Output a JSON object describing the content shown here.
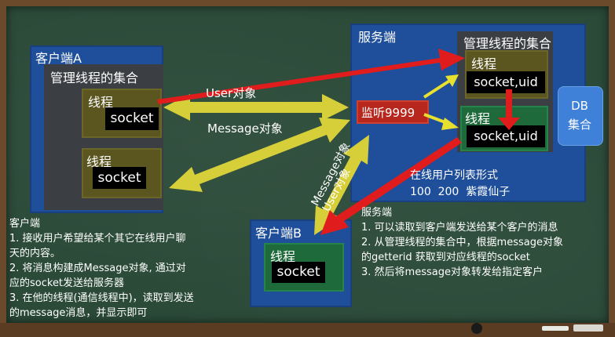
{
  "client_a": {
    "title": "客户端A",
    "collection": "管理线程的集合",
    "thread1": {
      "label": "线程",
      "socket": "socket"
    },
    "thread2": {
      "label": "线程",
      "socket": "socket"
    }
  },
  "server": {
    "title": "服务端",
    "collection": "管理线程的集合",
    "thread1": {
      "label": "线程",
      "socket": "socket,uid"
    },
    "thread2": {
      "label": "线程",
      "socket": "socket,uid"
    },
    "listen": "监听9999",
    "db": [
      "DB",
      "集合"
    ]
  },
  "client_b": {
    "title": "客户端B",
    "thread": {
      "label": "线程",
      "socket": "socket"
    }
  },
  "arrows": {
    "user_obj": "User对象",
    "message_obj": "Message对象",
    "message_obj_diag": "Message对象",
    "user_obj_diag": "User对象"
  },
  "online_list": {
    "title": "在线用户列表形式",
    "example": "100  200  紫霞仙子"
  },
  "client_notes": [
    "客户端",
    "1. 接收用户希望给某个其它在线用户聊",
    "天的内容。",
    "2. 将消息构建成Message对象, 通过对",
    "应的socket发送给服务器",
    "3. 在他的线程(通信线程中)，读取到发送",
    "的message消息，并显示即可"
  ],
  "server_notes": [
    "服务端",
    "1. 可以读取到客户端发送给某个客户的消息",
    "2. 从管理线程的集合中，根据message对象",
    "的getterid 获取到对应线程的socket",
    "3. 然后将message对象转发给指定客户"
  ]
}
